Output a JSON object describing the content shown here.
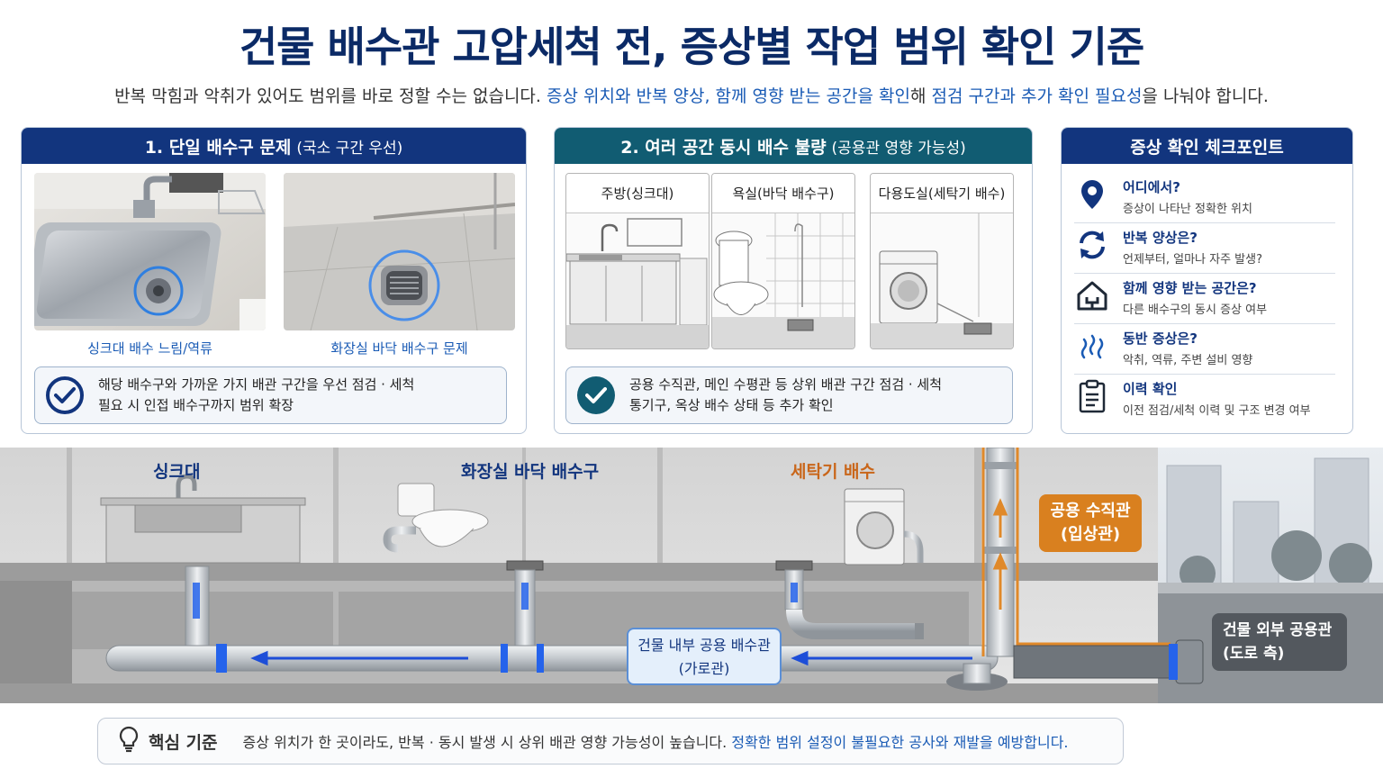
{
  "header": {
    "title": "건물 배수관 고압세척 전, 증상별 작업 범위 확인 기준",
    "subtitle_a": "반복 막힘과 악취가 있어도 범위를 바로 정할 수는 없습니다. ",
    "subtitle_b": "증상 위치와 반복 양상, 함께 영향 받는 공간을 확인",
    "subtitle_c": "해 ",
    "subtitle_d": "점검 구간과 추가 확인 필요성",
    "subtitle_e": "을 나눠야 합니다."
  },
  "panel1": {
    "title": "1. 단일 배수구 문제",
    "title_sub": "(국소 구간 우선)",
    "photo1_caption": "싱크대 배수 느림/역류",
    "photo2_caption": "화장실 바닥 배수구 문제",
    "note_line1": "해당 배수구와 가까운 가지 배관 구간을 우선 점검 · 세척",
    "note_line2": "필요 시 인접 배수구까지 범위 확장"
  },
  "panel2": {
    "title": "2. 여러 공간 동시 배수 불량",
    "title_sub": "(공용관 영향 가능성)",
    "rooms": [
      "주방(싱크대)",
      "욕실(바닥 배수구)",
      "다용도실(세탁기 배수)"
    ],
    "note_line1": "공용 수직관, 메인 수평관 등 상위 배관 구간 점검 · 세척",
    "note_line2": "통기구, 옥상 배수 상태 등 추가 확인"
  },
  "panel3": {
    "title": "증상 확인 체크포인트",
    "items": [
      {
        "title": "어디에서?",
        "desc": "증상이 나타난 정확한 위치",
        "icon": "location-pin-icon"
      },
      {
        "title": "반복 양상은?",
        "desc": "언제부터, 얼마나 자주 발생?",
        "icon": "refresh-icon"
      },
      {
        "title": "함께 영향 받는 공간은?",
        "desc": "다른 배수구의 동시 증상 여부",
        "icon": "house-icon"
      },
      {
        "title": "동반 증상은?",
        "desc": "악취, 역류, 주변 설비 영향",
        "icon": "odor-icon"
      },
      {
        "title": "이력 확인",
        "desc": "이전 점검/세척 이력 및 구조 변경 여부",
        "icon": "clipboard-icon"
      }
    ]
  },
  "diagram": {
    "label_sink": "싱크대",
    "label_floor_drain": "화장실 바닥 배수구",
    "label_washer": "세탁기 배수",
    "label_riser_1": "공용 수직관",
    "label_riser_2": "(입상관)",
    "label_main_1": "건물 내부 공용 배수관",
    "label_main_2": "(가로관)",
    "label_outside_1": "건물 외부 공용관",
    "label_outside_2": "(도로 측)"
  },
  "footer": {
    "key": "핵심 기준",
    "text_a": "증상 위치가 한 곳이라도, 반복 · 동시 발생 시 상위 배관 영향 가능성이 높습니다. ",
    "text_b": "정확한 범위 설정이 불필요한 공사와 재발을 예방합니다."
  },
  "colors": {
    "navy": "#12357e",
    "teal": "#115c72",
    "accent_blue": "#1a5bb5",
    "orange": "#d9801f"
  }
}
